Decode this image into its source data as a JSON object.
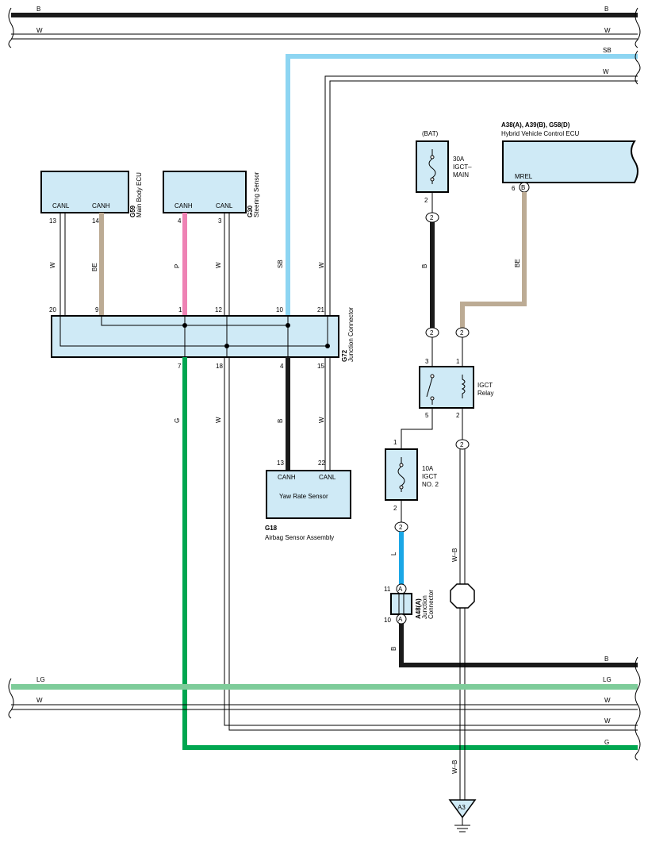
{
  "buses": {
    "top_b": "B",
    "top_w": "W",
    "sb": "SB",
    "w2": "W",
    "bottom_b": "B",
    "lg": "LG",
    "w3": "W",
    "w4": "W",
    "g": "G"
  },
  "components": {
    "main_body_ecu": {
      "code": "G59",
      "name": "Main Body ECU",
      "canl": "CANL",
      "canh": "CANH",
      "pin_canl": "13",
      "pin_canh": "14"
    },
    "steering_sensor": {
      "code": "G30",
      "name": "Steering Sensor",
      "canh": "CANH",
      "canl": "CANL",
      "pin_canh": "4",
      "pin_canl": "3"
    },
    "junction_connector": {
      "code": "G72",
      "name": "Junction Connector",
      "top_pins": [
        "20",
        "9",
        "1",
        "12",
        "10",
        "21"
      ],
      "bottom_pins": [
        "7",
        "18",
        "4",
        "15"
      ]
    },
    "yaw_rate_sensor": {
      "code": "G18",
      "name": "Airbag Sensor Assembly",
      "inner": "Yaw Rate Sensor",
      "canh": "CANH",
      "canl": "CANL",
      "pin_canh": "13",
      "pin_canl": "22"
    },
    "hv_ecu": {
      "codes": "A38(A), A39(B), G58(D)",
      "name": "Hybrid Vehicle Control ECU",
      "terminal": "MREL",
      "pin": "6",
      "connector": "B"
    },
    "fuse_main": {
      "bat": "(BAT)",
      "rating": "30A",
      "name1": "IGCT–",
      "name2": "MAIN",
      "pin": "2"
    },
    "relay": {
      "name1": "IGCT",
      "name2": "Relay",
      "pin3": "3",
      "pin1": "1",
      "pin5": "5",
      "pin2": "2"
    },
    "fuse_no2": {
      "rating": "10A",
      "name1": "IGCT",
      "name2": "NO. 2",
      "pin_top": "1",
      "pin_bottom": "2"
    },
    "junction_a48": {
      "code": "A48(A)",
      "name1": "Junction",
      "name2": "Connector",
      "pin_top": "11",
      "pin_bottom": "10",
      "connector": "A"
    },
    "ground": {
      "label": "A3"
    }
  },
  "wires": {
    "w": "W",
    "be": "BE",
    "p": "P",
    "sb": "SB",
    "g": "G",
    "b": "B",
    "l": "L",
    "wb": "W–B"
  },
  "connectors": {
    "two": "2"
  },
  "colors": {
    "black": "#1a1a1a",
    "sb": "#8dd5f2",
    "be": "#bcab94",
    "p": "#ee82b4",
    "g": "#00a650",
    "lg": "#7ecc9a",
    "l": "#1aa7e6",
    "box": "#cfeaf6"
  }
}
